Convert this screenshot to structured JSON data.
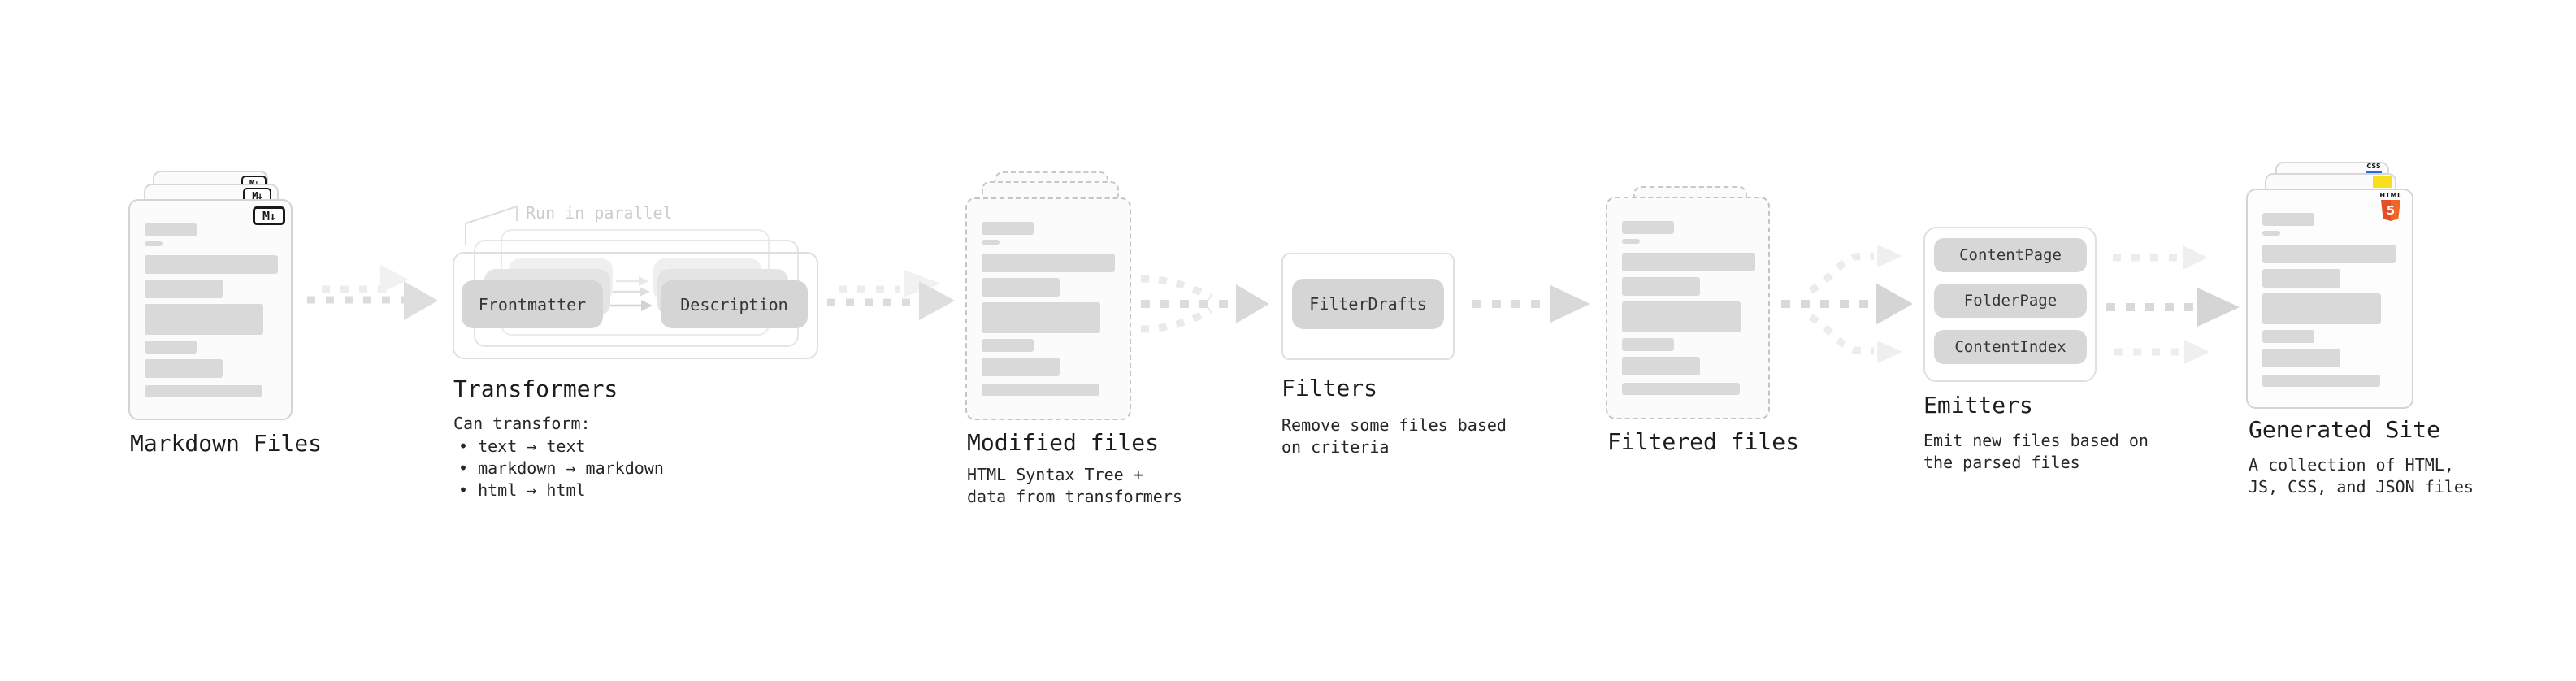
{
  "diagram": {
    "title_semantic": "static-site-generation-pipeline",
    "stages": {
      "markdown_files": {
        "label": "Markdown Files",
        "badge": "M↓"
      },
      "transformers": {
        "label": "Transformers",
        "note": "Run in parallel",
        "buttons": [
          "Frontmatter",
          "Description"
        ],
        "caption": "Can transform:",
        "bullets": [
          "• text → text",
          "• markdown → markdown",
          "• html → html"
        ]
      },
      "modified_files": {
        "label": "Modified files",
        "sub": [
          "HTML Syntax Tree +",
          "data from transformers"
        ]
      },
      "filters": {
        "label": "Filters",
        "buttons": [
          "FilterDrafts"
        ],
        "sub": [
          "Remove some files based",
          "on criteria"
        ]
      },
      "filtered_files": {
        "label": "Filtered files"
      },
      "emitters": {
        "label": "Emitters",
        "buttons": [
          "ContentPage",
          "FolderPage",
          "ContentIndex"
        ],
        "sub": [
          "Emit new files based on",
          "the parsed files"
        ]
      },
      "generated_site": {
        "label": "Generated Site",
        "sub": [
          "A collection of HTML,",
          "JS, CSS, and JSON files"
        ],
        "css_badge": "CSS",
        "html_badge": "HTML",
        "html_number": "5"
      }
    },
    "icons": {
      "markdown_icon": "M↓ boxed markdown logo",
      "css_icon": "CSS wordmark with blue bar",
      "js_icon": "yellow JavaScript square",
      "html5_icon": "orange HTML5 shield with 5"
    },
    "colors": {
      "background": "#ffffff",
      "card_fill": "#fbfbfb",
      "card_border": "#d4d4d4",
      "dashed_border": "#c4c4c4",
      "skeleton_bar": "#d9d9d9",
      "pill_fill": "#d5d5d5",
      "group_border": "#e0e0e0",
      "arrow_dash": "#dcdcdc",
      "arrow_head": "#d5d5d5",
      "note_gray": "#cbcbcb",
      "js_yellow": "#f7df1e",
      "css_blue": "#2965f1",
      "html_orange": "#e44d26"
    }
  }
}
